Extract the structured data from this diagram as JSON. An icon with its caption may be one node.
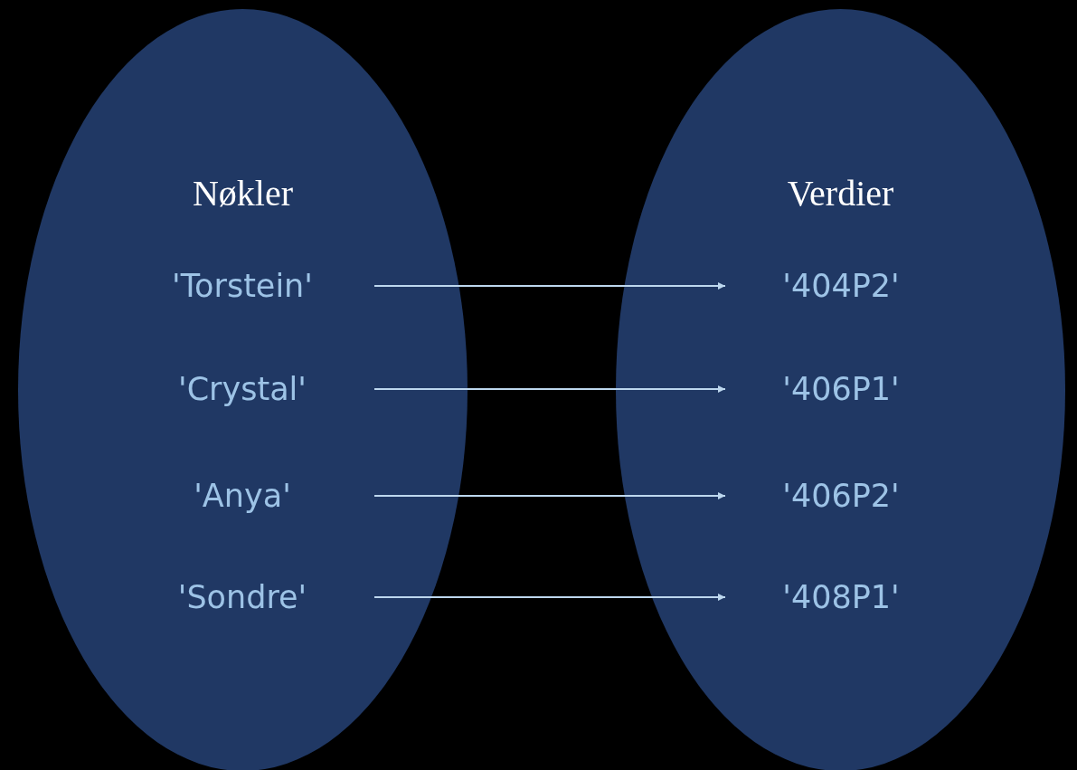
{
  "diagram": {
    "nodes": [
      {
        "text": [
          "Nøkler"
        ]
      },
      {
        "text": [
          "'Torstein'"
        ],
        "in": 0
      },
      {
        "text": [
          "'Crystal'"
        ],
        "in": 0
      },
      {
        "text": [
          "'Anya'"
        ],
        "in": 0
      },
      {
        "text": [
          "'Sondre'"
        ],
        "in": 0
      },
      {
        "text": [
          "Verdier"
        ]
      },
      {
        "text": [
          "'404P2'"
        ],
        "in": 5
      },
      {
        "text": [
          "'406P1'"
        ],
        "in": 5
      },
      {
        "text": [
          "'406P2'"
        ],
        "in": 5
      },
      {
        "text": [
          "'408P1'"
        ],
        "in": 5
      }
    ],
    "edges": [
      {
        "from": 1,
        "to": 6,
        "arrow": "to"
      },
      {
        "from": 2,
        "to": 7,
        "arrow": "to"
      },
      {
        "from": 3,
        "to": 8,
        "arrow": "to"
      },
      {
        "from": 4,
        "to": 9,
        "arrow": "to"
      }
    ]
  }
}
